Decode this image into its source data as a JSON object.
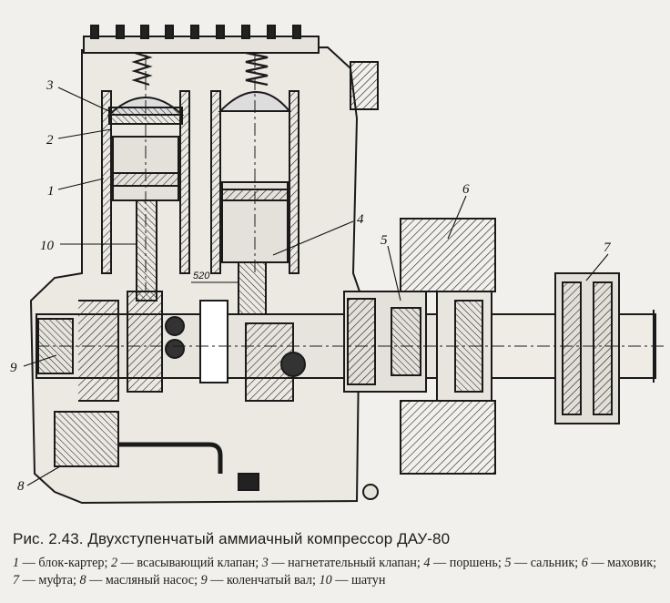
{
  "figure": {
    "callouts": [
      "1",
      "2",
      "3",
      "4",
      "5",
      "6",
      "7",
      "8",
      "9",
      "10"
    ],
    "dimension_label": "520"
  },
  "caption": {
    "title": "Рис. 2.43. Двухступенчатый аммиачный компрессор ДАУ-80",
    "legend": [
      {
        "num": "1",
        "text": " — блок-картер; "
      },
      {
        "num": "2",
        "text": " — всасывающий клапан; "
      },
      {
        "num": "3",
        "text": " — нагнетательный клапан; "
      },
      {
        "num": "4",
        "text": " — поршень; "
      },
      {
        "num": "5",
        "text": " — сальник; "
      },
      {
        "num": "6",
        "text": " — маховик; "
      },
      {
        "num": "7",
        "text": " — муфта; "
      },
      {
        "num": "8",
        "text": " — масляный насос; "
      },
      {
        "num": "9",
        "text": " — коленчатый вал; "
      },
      {
        "num": "10",
        "text": " — шатун"
      }
    ]
  }
}
